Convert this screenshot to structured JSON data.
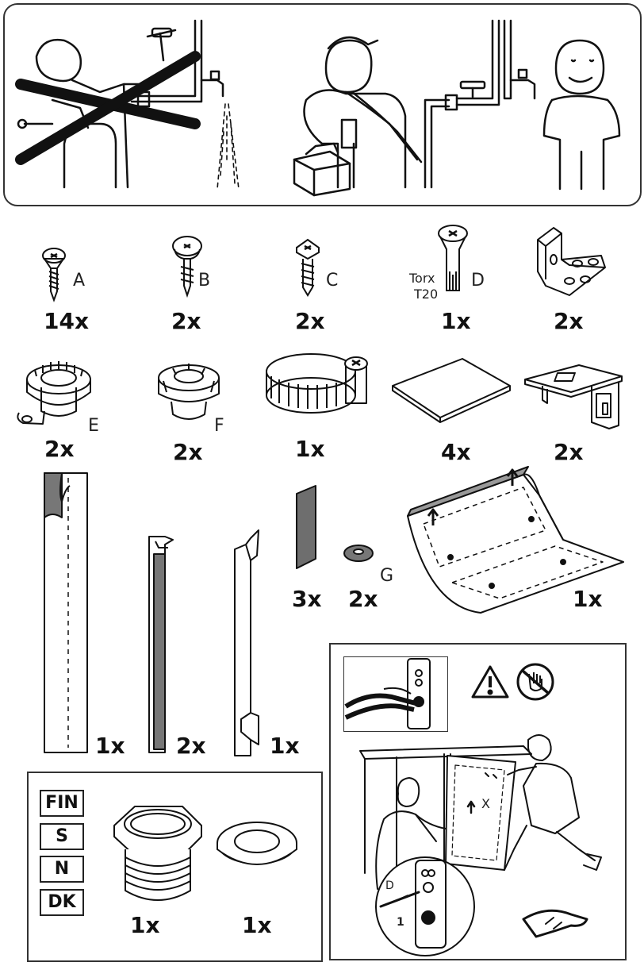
{
  "parts": {
    "screw_a": {
      "letter": "A",
      "qty": "14x"
    },
    "screw_b": {
      "letter": "B",
      "qty": "2x"
    },
    "screw_c": {
      "letter": "C",
      "qty": "2x"
    },
    "torx_bit": {
      "letter": "D",
      "label_line1": "Torx",
      "label_line2": "T20",
      "qty": "1x"
    },
    "angle_bracket": {
      "qty": "2x"
    },
    "foot_e": {
      "letter": "E",
      "qty": "2x"
    },
    "foot_f": {
      "letter": "F",
      "qty": "2x"
    },
    "hose_clamp": {
      "qty": "1x"
    },
    "felt_pad": {
      "qty": "4x"
    },
    "mount_bracket": {
      "qty": "2x"
    },
    "tall_strip": {
      "qty": "1x"
    },
    "narrow_strip": {
      "qty": "2x"
    },
    "hook_strip": {
      "qty": "1x"
    },
    "small_strip": {
      "qty": "3x"
    },
    "washer_g": {
      "letter": "G",
      "qty": "2x"
    },
    "template_sheet": {
      "qty": "1x"
    },
    "adapter_nut": {
      "qty": "1x"
    },
    "seal_ring": {
      "qty": "1x"
    }
  },
  "country_codes": [
    "FIN",
    "S",
    "N",
    "DK"
  ],
  "door_panel": {
    "x_label": "X",
    "d_label": "D",
    "step_number": "1"
  }
}
